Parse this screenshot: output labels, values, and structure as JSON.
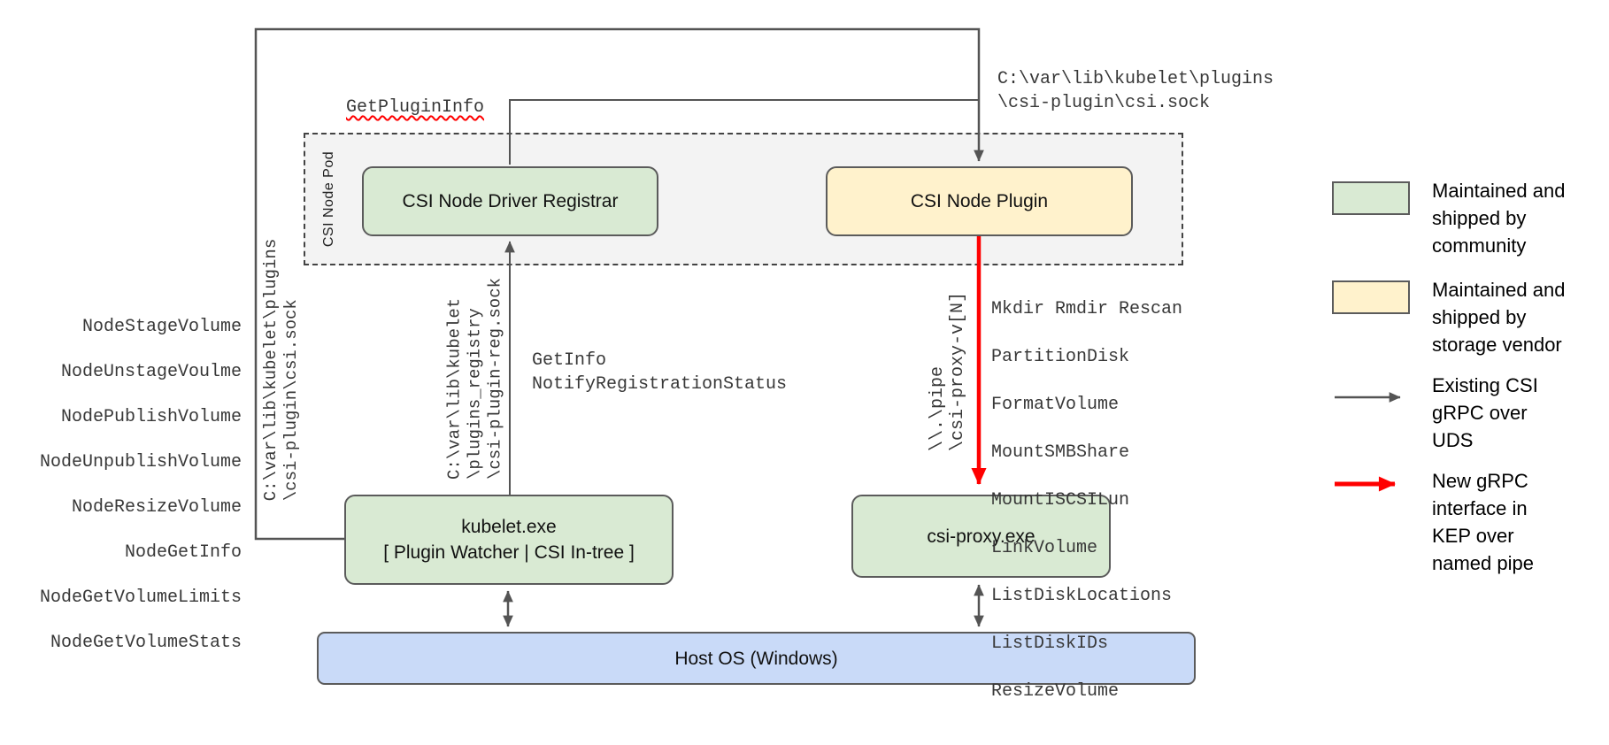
{
  "diagram": {
    "pod": {
      "label": "CSI Node Pod"
    },
    "nodes": {
      "registrar": {
        "label": "CSI Node Driver Registrar"
      },
      "plugin": {
        "label": "CSI Node Plugin"
      },
      "kubelet": {
        "label": "kubelet.exe\n[ Plugin Watcher | CSI In-tree ]"
      },
      "csi_proxy": {
        "label": "csi-proxy.exe"
      },
      "host_os": {
        "label": "Host OS (Windows)"
      }
    },
    "edge_labels": {
      "get_plugin_info": "GetPluginInfo",
      "csi_sock_top": "C:\\var\\lib\\kubelet\\plugins\n\\csi-plugin\\csi.sock",
      "csi_sock_left": "C:\\var\\lib\\kubelet\\plugins\n\\csi-plugin\\csi.sock",
      "reg_sock": "C:\\var\\lib\\kubelet\n\\plugins_registry\n\\csi-plugin-reg.sock",
      "pipe": "\\\\.\\pipe\n\\csi-proxy-v[N]",
      "registration": "GetInfo\nNotifyRegistrationStatus"
    },
    "node_rpc_list": [
      "NodeStageVolume",
      "NodeUnstageVoulme",
      "NodePublishVolume",
      "NodeUnpublishVolume",
      "NodeResizeVolume",
      "NodeGetInfo",
      "NodeGetVolumeLimits",
      "NodeGetVolumeStats"
    ],
    "proxy_api_list": [
      "Mkdir Rmdir Rescan",
      "PartitionDisk",
      "FormatVolume",
      "MountSMBShare",
      "MountISCSILun",
      "LinkVolume",
      "ListDiskLocations",
      "ListDiskIDs",
      "ResizeVolume"
    ]
  },
  "legend": {
    "items": [
      {
        "swatch": "community-box",
        "label": "Maintained and\nshipped by\ncommunity"
      },
      {
        "swatch": "vendor-box",
        "label": "Maintained and\nshipped by\nstorage vendor"
      },
      {
        "swatch": "gray-arrow",
        "label": "Existing CSI\ngRPC over\nUDS"
      },
      {
        "swatch": "red-arrow",
        "label": "New gRPC\ninterface in\nKEP over\nnamed pipe"
      }
    ]
  },
  "colors": {
    "community_fill": "#d9ead3",
    "vendor_fill": "#fff2cc",
    "host_fill": "#c9daf8",
    "pod_fill": "#f3f3f3",
    "line_gray": "#545454",
    "line_red": "#ff0000"
  }
}
